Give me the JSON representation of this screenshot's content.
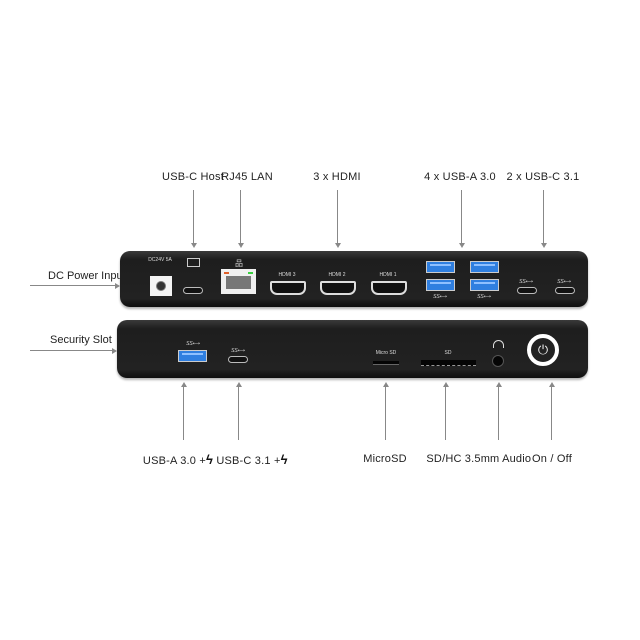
{
  "top_labels": {
    "usb_c_host": "USB-C Host",
    "rj45_lan": "RJ45 LAN",
    "hdmi": "3 x HDMI",
    "usb_a": "4 x USB-A 3.0",
    "usb_c": "2 x USB-C 3.1"
  },
  "side_labels": {
    "dc_power": "DC Power Input",
    "security": "Security Slot"
  },
  "bottom_labels": {
    "usb_a_charge": "USB-A 3.0 +",
    "usb_c_charge": "USB-C 3.1 +",
    "microsd": "MicroSD",
    "sdhc": "SD/HC",
    "audio": "3.5mm Audio",
    "onoff": "On / Off"
  },
  "device_rear": {
    "dc_label": "DC24V 5A",
    "hdmi_labels": [
      "HDMI 3",
      "HDMI 2",
      "HDMI 1"
    ],
    "ss_logo": "SS⟷"
  },
  "device_front": {
    "microsd_label": "Micro SD",
    "sd_label": "SD",
    "power_symbol": "⏻"
  },
  "colors": {
    "usb3_blue": "#2f7fe0",
    "body": "#222222"
  }
}
